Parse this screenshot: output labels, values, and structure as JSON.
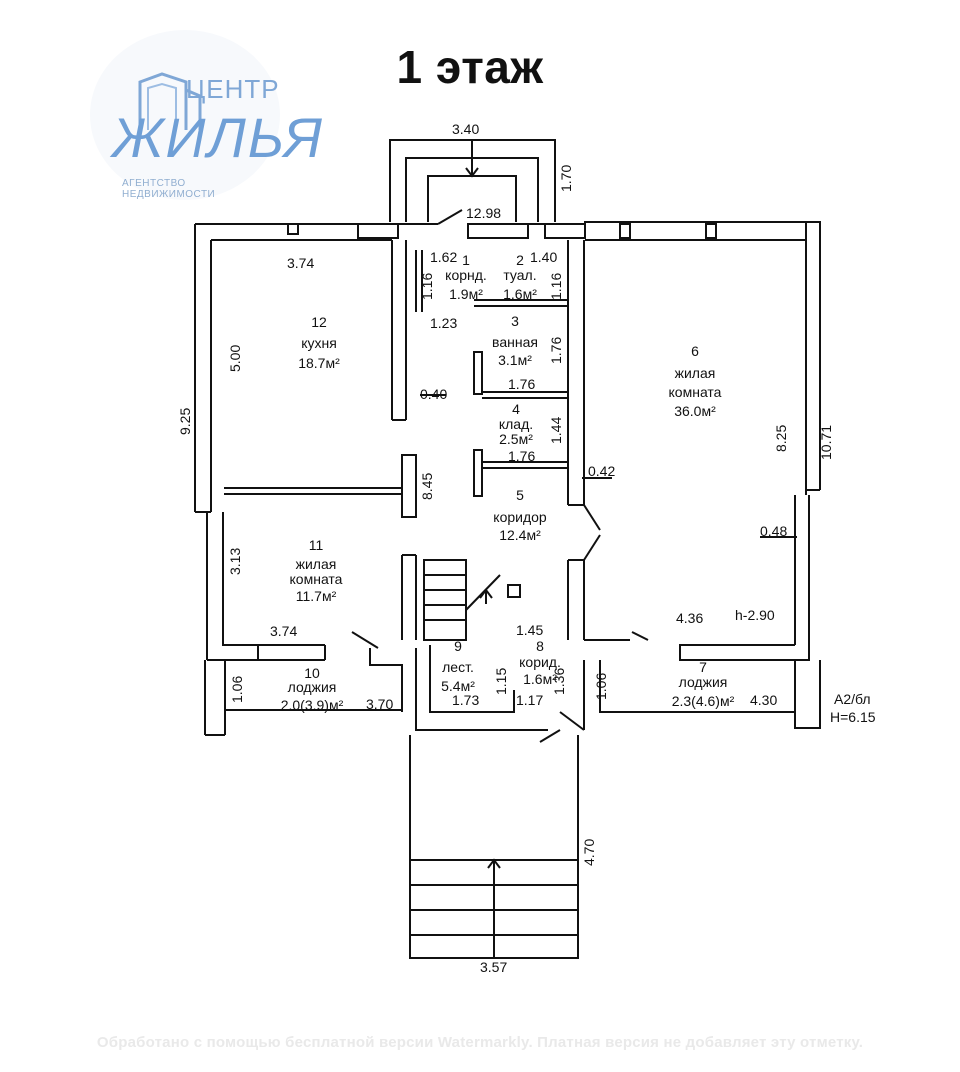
{
  "page": {
    "title": "1 этаж",
    "watermark": "Обработано с помощью бесплатной версии Watermarkly. Платная версия не добавляет эту отметку."
  },
  "logo": {
    "line_top": "ЦЕНТР",
    "line_main": "ЖИЛЬЯ",
    "line_sub": "АГЕНТСТВО НЕДВИЖИМОСТИ"
  },
  "rooms": [
    {
      "id": "r1",
      "number": "1",
      "name": "корнд.",
      "area": "1.9м²"
    },
    {
      "id": "r2",
      "number": "2",
      "name": "туал.",
      "area": "1.6м²"
    },
    {
      "id": "r3",
      "number": "3",
      "name": "ванная",
      "area": "3.1м²"
    },
    {
      "id": "r4",
      "number": "4",
      "name": "клад.",
      "area": "2.5м²"
    },
    {
      "id": "r5",
      "number": "5",
      "name": "коридор",
      "area": "12.4м²"
    },
    {
      "id": "r6",
      "number": "6",
      "name": "жилая",
      "name2": "комната",
      "area": "36.0м²"
    },
    {
      "id": "r7",
      "number": "7",
      "name": "лоджия",
      "area": "2.3(4.6)м²"
    },
    {
      "id": "r8",
      "number": "8",
      "name": "корид.",
      "area": "1.6м²"
    },
    {
      "id": "r9",
      "number": "9",
      "name": "лест.",
      "area": "5.4м²"
    },
    {
      "id": "r10",
      "number": "10",
      "name": "лоджия",
      "area": "2.0(3.9)м²"
    },
    {
      "id": "r11",
      "number": "11",
      "name": "жилая",
      "name2": "комната",
      "area": "11.7м²"
    },
    {
      "id": "r12",
      "number": "12",
      "name": "кухня",
      "area": "18.7м²"
    }
  ],
  "dimensions": [
    "3.40",
    "1.70",
    "12.98",
    "1.62",
    "1.40",
    "1.16",
    "1.16",
    "3.74",
    "5.00",
    "1.23",
    "1.76",
    "0.40",
    "1.76",
    "9.25",
    "1.44",
    "1.76",
    "8.45",
    "0.42",
    "8.25",
    "10.71",
    "0.48",
    "3.13",
    "4.36",
    "h-2.90",
    "3.74",
    "1.45",
    "1.15",
    "1.36",
    "1.06",
    "1.06",
    "3.70",
    "1.73",
    "1.17",
    "4.30",
    "4.70",
    "3.57"
  ],
  "notes": {
    "label_a": "А2/бл",
    "label_h": "H=6.15"
  },
  "colors": {
    "line": "#111111",
    "logo_blue": "#6f9fd6",
    "watermark": "#e9e9e9"
  }
}
